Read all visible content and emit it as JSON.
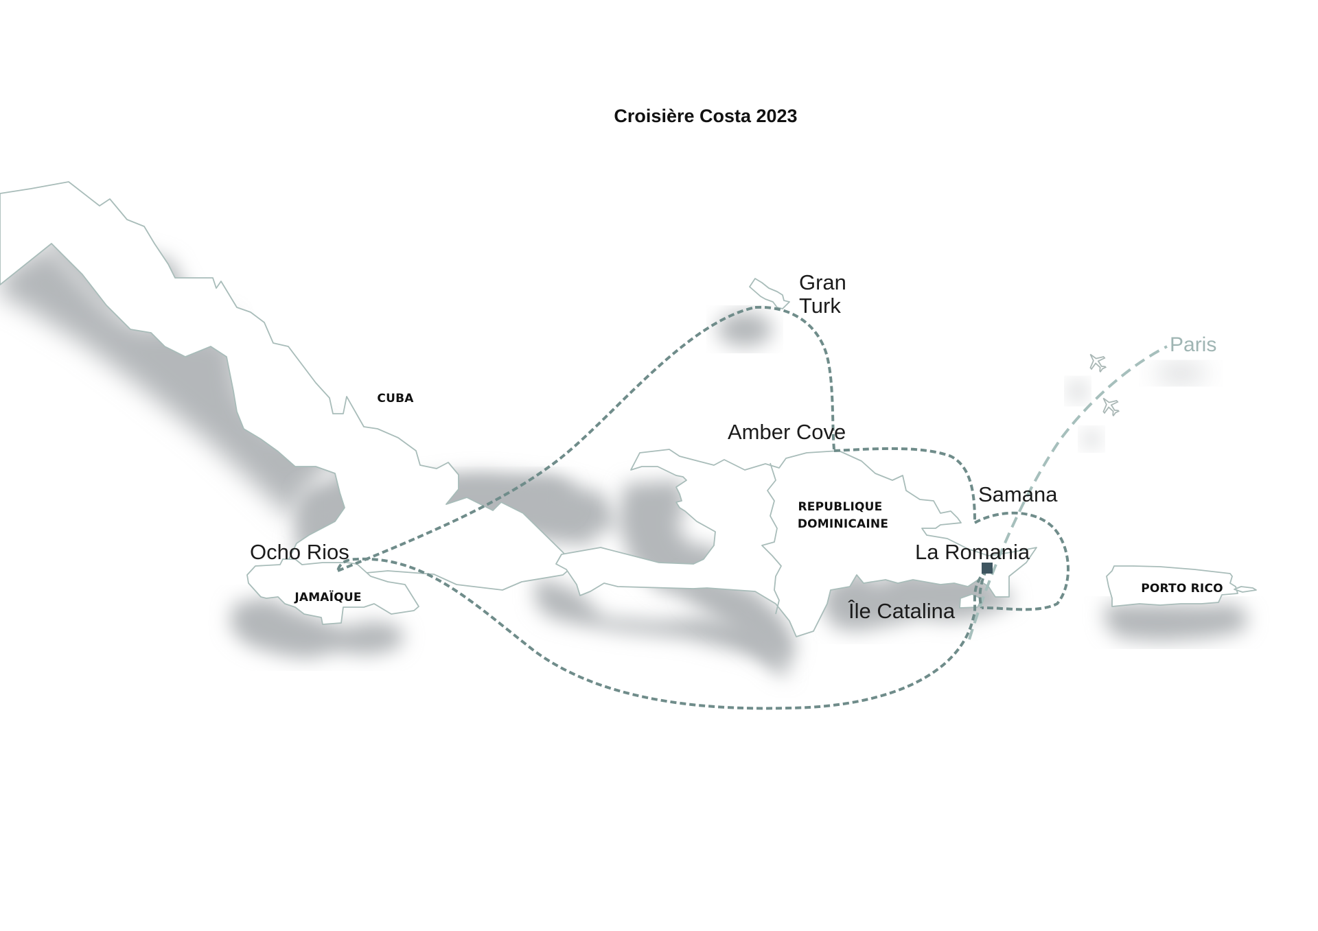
{
  "map": {
    "title": "Croisière Costa 2023",
    "countries": [
      {
        "id": "cuba",
        "label": "CUBA"
      },
      {
        "id": "jamaica",
        "label": "JAMAÏQUE"
      },
      {
        "id": "dominican-republic",
        "label_line1": "REPUBLIQUE",
        "label_line2": "DOMINICAINE"
      },
      {
        "id": "puerto-rico",
        "label": "PORTO RICO"
      }
    ],
    "ports": [
      {
        "id": "gran-turk",
        "label_line1": "Gran",
        "label_line2": "Turk"
      },
      {
        "id": "amber-cove",
        "label": "Amber Cove"
      },
      {
        "id": "samana",
        "label": "Samana"
      },
      {
        "id": "la-romania",
        "label": "La Romania",
        "is_departure": true
      },
      {
        "id": "ile-catalina",
        "label": "Île Catalina"
      },
      {
        "id": "ocho-rios",
        "label": "Ocho Rios"
      }
    ],
    "flight": {
      "origin_label": "Paris",
      "icon": "airplane-icon"
    },
    "colors": {
      "route": "#6f8c8a",
      "flight": "#a6bfbc",
      "land_outline": "#a8bcb9",
      "shadow": "#b4b7ba",
      "port_marker": "#3e5560",
      "paris_label": "#9fb5b3"
    },
    "route_order": [
      "La Romania",
      "Île Catalina",
      "Ocho Rios",
      "Gran Turk",
      "Amber Cove",
      "Samana",
      "La Romania"
    ]
  }
}
